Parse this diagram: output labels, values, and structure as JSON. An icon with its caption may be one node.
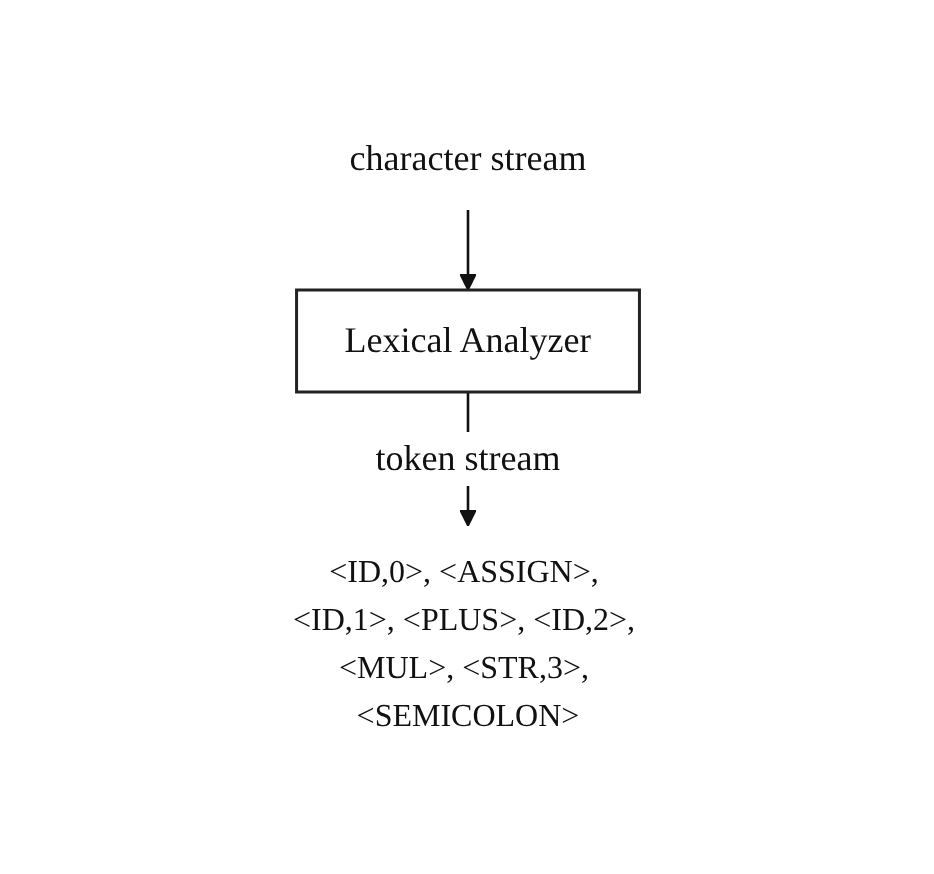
{
  "diagram": {
    "nodes": [
      {
        "text": [
          "character stream"
        ]
      },
      {
        "text": [
          "Lexical Analyzer"
        ]
      },
      {
        "text": [
          "<ID,0>, <ASSIGN>, <ID,1>, <PLUS>, <ID,2>, <MUL>, <STR,3>, <SEMICOLON>"
        ]
      }
    ],
    "edges": [
      {
        "from": 0,
        "to": 1,
        "arrow": "to"
      },
      {
        "from": 1,
        "to": 2,
        "arrow": "to",
        "label": "token stream"
      }
    ]
  }
}
